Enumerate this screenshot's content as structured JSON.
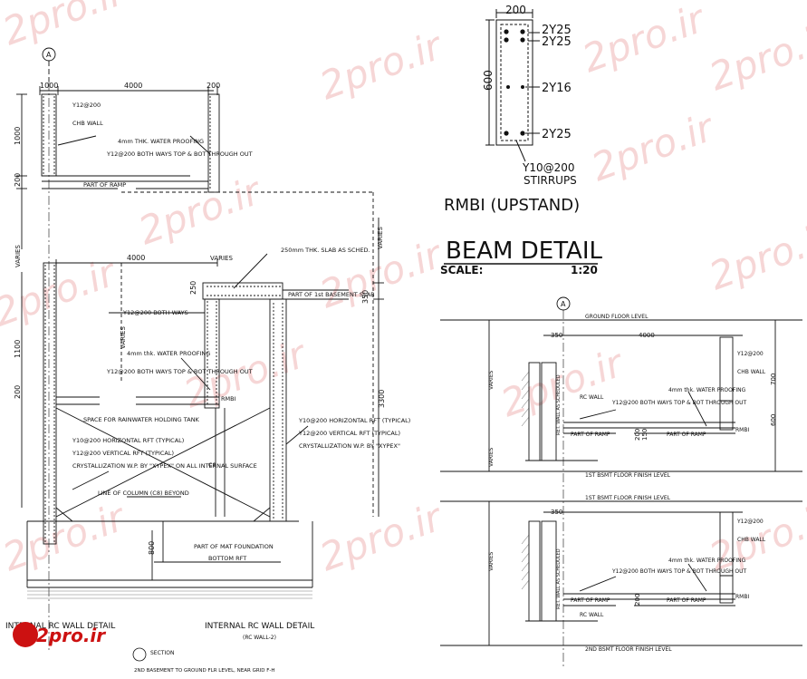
{
  "watermark": {
    "text": "2pro.ir",
    "color": "#f3c9c9"
  },
  "colors": {
    "line": "#111111",
    "wall_hatch": "#333333",
    "logo_red": "#cc1111",
    "logo_black": "#111111"
  },
  "logo": {
    "text": "2pro.ir"
  },
  "beam_section": {
    "width_dim": "200",
    "depth_dim": "600",
    "top_bars_1": "2Y25",
    "top_bars_2": "2Y25",
    "mid_bars": "2Y16",
    "bottom_bars": "2Y25",
    "stirrup_spec": "Y10@200",
    "stirrup_label": "STIRRUPS",
    "title": "RMBI (UPSTAND)"
  },
  "beam_detail": {
    "title": "BEAM DETAIL",
    "scale_label": "SCALE:",
    "scale_value": "1:20"
  },
  "left_detail": {
    "grid_label": "A",
    "dims": {
      "top_width_a": "1000",
      "top_width_b": "4000",
      "top_width_c": "200",
      "mid_width": "4000",
      "left_v1": "1000",
      "left_v2": "200",
      "left_v3": "1100",
      "left_v4": "200",
      "right_v1": "3300",
      "right_v2": "350",
      "right_v3": "250",
      "bottom_v": "800",
      "varies_a": "VARIES",
      "varies_b": "VARIES",
      "varies_c": "VARIES",
      "varies_d": "VARIES"
    },
    "notes": {
      "n1": "Y12@200",
      "n2": "CHB WALL",
      "n3": "4mm THK. WATER PROOFING",
      "n4": "Y12@200 BOTH WAYS TOP & BOT THROUGH OUT",
      "n5": "PART OF RAMP",
      "n6": "250mm THK. SLAB AS SCHED.",
      "n7": "PART OF 1st BASEMENT SLAB",
      "n8": "Y12@200 BOTH WAYS",
      "n9": "4mm thk. WATER PROOFING",
      "n10": "Y12@200 BOTH WAYS TOP & BOT THROUGH OUT",
      "n11": "SPACE FOR RAINWATER HOLDING TANK",
      "n12": "Y10@200 HORIZONTAL RFT (TYPICAL)",
      "n13": "Y12@200 VERTICAL RFT (TYPICAL)",
      "n14": "CRYSTALLIZATION W.P. BY \"XYPEX\" ON ALL INTERNAL SURFACE",
      "n15": "LINE OF COLUMN (C8) BEYOND",
      "n16": "Y10@200 HORIZONTAL RFT (TYPICAL)",
      "n17": "Y12@200 VERTICAL RFT (TYPICAL)",
      "n18": "CRYSTALLIZATION W.P. BY \"XYPEX\"",
      "n19": "PART OF MAT FOUNDATION",
      "n20": "BOTTOM RFT",
      "n21": "RMBI",
      "n22": "C8"
    },
    "caption_1": "INTERNAL RC WALL DETAIL",
    "caption_2": "INTERNAL RC WALL DETAIL",
    "caption_2_sub": "(RC WALL-2)",
    "section_mark": "SECTION",
    "footer_note": "2ND BASEMENT TO GROUND FLR LEVEL, NEAR GRID F-H"
  },
  "right_detail": {
    "grid_label": "A",
    "ground_level": "GROUND FLOOR LEVEL",
    "first_bsmt_level": "1ST BSMT FLOOR FINISH LEVEL",
    "first_bsmt_level_2": "1ST BSMT FLOOR FINISH LEVEL",
    "second_bsmt_level": "2ND BSMT FLOOR FINISH LEVEL",
    "top_dim_350": "350",
    "top_dim_4000": "4000",
    "top_dim_350b": "350",
    "side_600": "600",
    "side_700": "700",
    "varies_1": "VARIES",
    "varies_2": "VARIES",
    "varies_3": "VARIES",
    "wall_note": "RET. WALL AS SCHEDULED",
    "wall_note_2": "RET. WALL AS SCHEDULED",
    "rc_wall": "RC WALL",
    "rc_wall_2": "RC WALL",
    "rmbi": "RMBI",
    "rmbi_2": "RMBI",
    "ramp": "PART OF RAMP",
    "ramp_2": "PART OF RAMP",
    "ramp_3": "PART OF RAMP",
    "ramp_4": "PART OF RAMP",
    "wp_note": "4mm thk. WATER PROOFING",
    "wp_note_2": "4mm thk. WATER PROOFING",
    "rft_note": "Y12@200 BOTH WAYS TOP & BOT THROUGH OUT",
    "rft_note_2": "Y12@200 BOTH WAYS TOP & BOT THROUGH OUT",
    "chb_wall": "CHB WALL",
    "chb_wall_2": "CHB WALL",
    "y12": "Y12@200",
    "y12_2": "Y12@200",
    "dim_200": "200",
    "dim_200b": "200",
    "dim_150": "150"
  }
}
